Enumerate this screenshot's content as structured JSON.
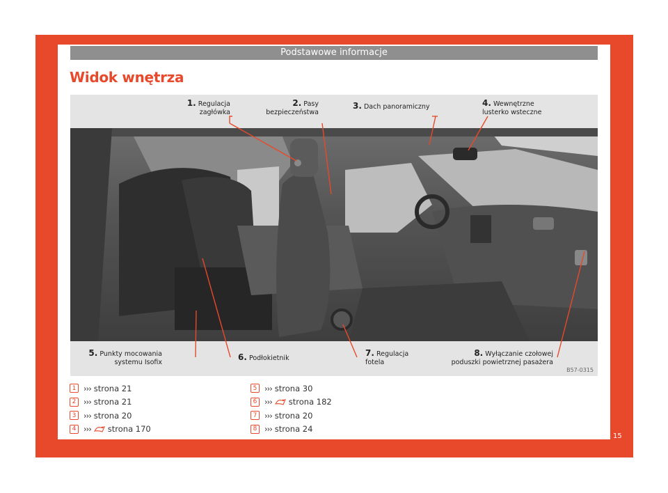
{
  "header": {
    "section_title": "Podstawowe informacje"
  },
  "title": "Widok wnętrza",
  "figure": {
    "code": "B57-0315",
    "callouts": [
      {
        "num": "1.",
        "text_lines": [
          "Regulacja",
          "zagłówka"
        ]
      },
      {
        "num": "2.",
        "text_lines": [
          "Pasy",
          "bezpieczeństwa"
        ]
      },
      {
        "num": "3.",
        "text_lines": [
          "Dach panoramiczny"
        ]
      },
      {
        "num": "4.",
        "text_lines": [
          "Wewnętrzne",
          "lusterko wsteczne"
        ]
      },
      {
        "num": "5.",
        "text_lines": [
          "Punkty mocowania",
          "systemu Isofix"
        ]
      },
      {
        "num": "6.",
        "text_lines": [
          "Podłokietnik"
        ]
      },
      {
        "num": "7.",
        "text_lines": [
          "Regulacja",
          "fotela"
        ]
      },
      {
        "num": "8.",
        "text_lines": [
          "Wyłączanie czołowej",
          "poduszki powietrznej pasażera"
        ]
      }
    ]
  },
  "references": {
    "arrows": "›››",
    "left": [
      {
        "badge": "1",
        "text": "strona 21",
        "book_icon": false
      },
      {
        "badge": "2",
        "text": "strona 21",
        "book_icon": false
      },
      {
        "badge": "3",
        "text": "strona 20",
        "book_icon": false
      },
      {
        "badge": "4",
        "text": "strona 170",
        "book_icon": true
      }
    ],
    "right": [
      {
        "badge": "5",
        "text": "strona 30",
        "book_icon": false
      },
      {
        "badge": "6",
        "text": "strona 182",
        "book_icon": true
      },
      {
        "badge": "7",
        "text": "strona 20",
        "book_icon": false
      },
      {
        "badge": "8",
        "text": "strona 24",
        "book_icon": false
      }
    ]
  },
  "page_number": "15",
  "colors": {
    "accent": "#e8492a",
    "header_gray": "#8f8f8f"
  }
}
